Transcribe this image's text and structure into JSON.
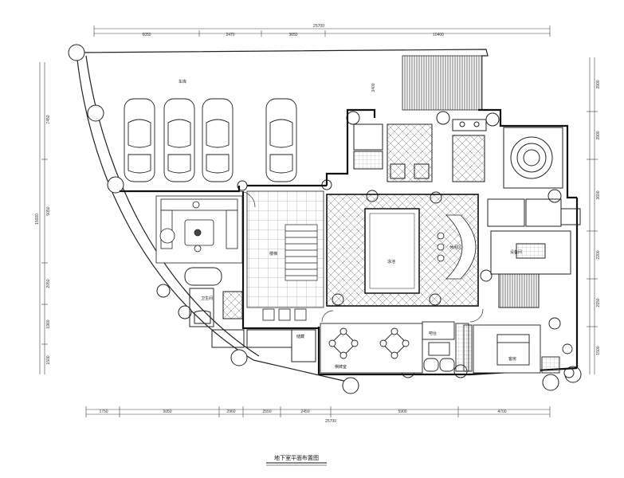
{
  "title": "地下室平面布置图",
  "dimensions": {
    "top_total": "25700",
    "top_segments": [
      "6050",
      "2470",
      "3650",
      "10400"
    ],
    "bottom_total": "25700",
    "bottom_segments": [
      "1750",
      "5050",
      "2960",
      "2550",
      "2450",
      "5900",
      "4700"
    ],
    "left_total": "15000",
    "left_segments": [
      "7450",
      "5050",
      "2050",
      "1960",
      "1500"
    ],
    "right_segments": [
      "3900",
      "3900",
      "3600",
      "2200",
      "2150",
      "1500"
    ],
    "top_right_inner": "3400"
  },
  "room_labels": {
    "garage": "车库",
    "stair_hall": "楼梯",
    "pool": "泳池",
    "lounge": "休闲区",
    "bar": "吧台",
    "bedroom": "客房",
    "storage": "储藏",
    "chess_room": "棋牌室",
    "equipment": "设备间",
    "bathroom": "卫生间"
  }
}
